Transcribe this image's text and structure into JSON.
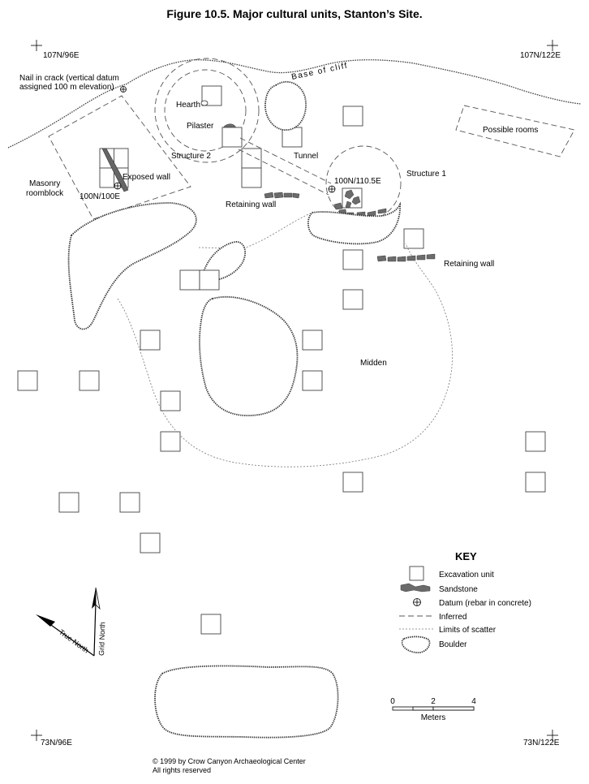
{
  "figure": {
    "title": "Figure 10.5.  Major cultural units, Stanton’s Site."
  },
  "corners": {
    "top_left": "107N/96E",
    "top_right": "107N/122E",
    "bottom_left": "73N/96E",
    "bottom_right": "73N/122E"
  },
  "labels": {
    "nail_line1": "Nail in crack (vertical datum",
    "nail_line2": "assigned 100 m elevation)",
    "base_of_cliff": "Base of cliff",
    "hearth": "Hearth",
    "pilaster": "Pilaster",
    "structure2": "Structure 2",
    "tunnel": "Tunnel",
    "possible_rooms": "Possible rooms",
    "masonry_line1": "Masonry",
    "masonry_line2": "roomblock",
    "exposed_wall": "Exposed wall",
    "datum_100n100e": "100N/100E",
    "datum_100n1105e": "100N/110.5E",
    "structure1": "Structure 1",
    "retaining_wall_1": "Retaining wall",
    "retaining_wall_2": "Retaining wall",
    "midden": "Midden"
  },
  "key": {
    "title": "KEY",
    "items": [
      {
        "symbol": "excavation-unit",
        "label": "Excavation unit"
      },
      {
        "symbol": "sandstone",
        "label": "Sandstone"
      },
      {
        "symbol": "datum",
        "label": "Datum (rebar in concrete)"
      },
      {
        "symbol": "inferred",
        "label": "Inferred"
      },
      {
        "symbol": "limits-of-scatter",
        "label": "Limits of scatter"
      },
      {
        "symbol": "boulder",
        "label": "Boulder"
      }
    ]
  },
  "north_arrow": {
    "true_north": "True North",
    "grid_north": "Grid North"
  },
  "scale_bar": {
    "ticks": [
      "0",
      "2",
      "4"
    ],
    "unit": "Meters"
  },
  "credit": {
    "line1": "© 1999 by Crow Canyon Archaeological Center",
    "line2": "All rights reserved"
  }
}
